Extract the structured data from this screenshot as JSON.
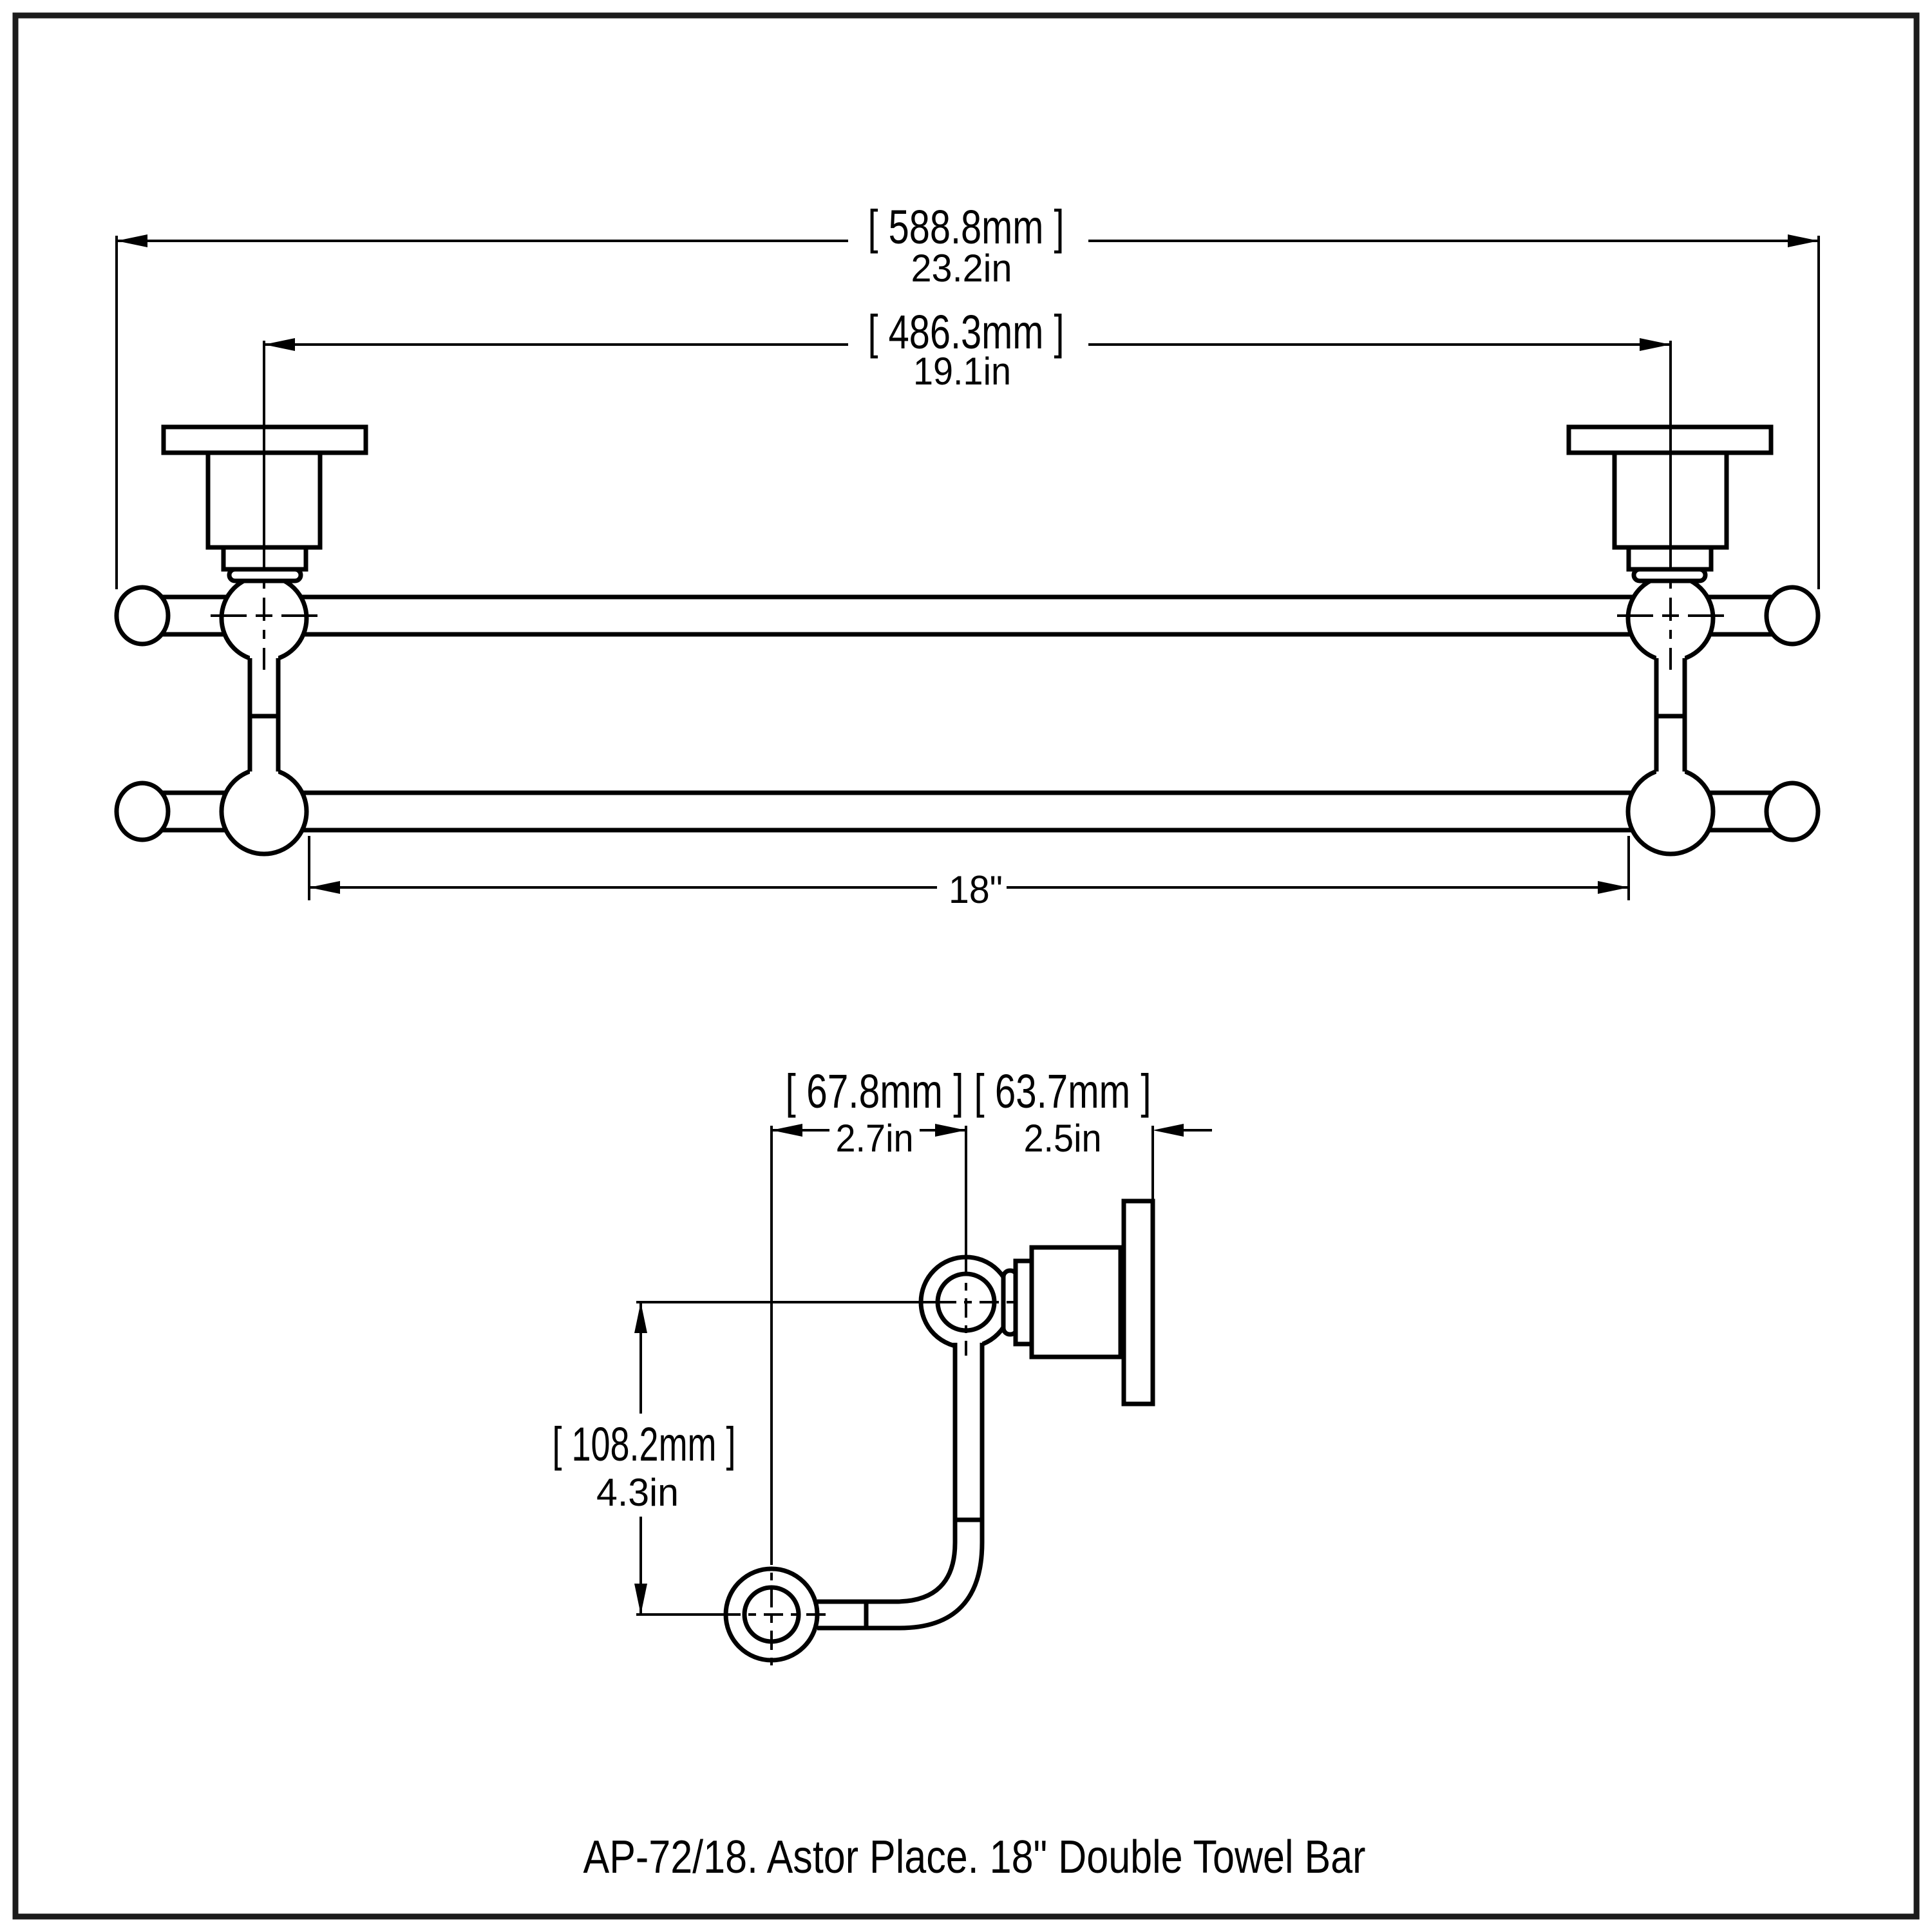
{
  "title": "AP-72/18. Astor Place. 18\" Double Towel Bar",
  "front_view": {
    "dim_overall_width": {
      "mm": "[ 588.8mm ]",
      "in": "23.2in"
    },
    "dim_post_centers": {
      "mm": "[ 486.3mm ]",
      "in": "19.1in"
    },
    "dim_bar_length": {
      "in": "18\""
    }
  },
  "side_view": {
    "dim_bar_offset": {
      "mm": "[ 67.8mm ]",
      "in": "2.7in"
    },
    "dim_wall_to_bar": {
      "mm": "[ 63.7mm ]",
      "in": "2.5in"
    },
    "dim_vertical_drop": {
      "mm": "[ 108.2mm ]",
      "in": "4.3in"
    }
  },
  "colors": {
    "line": "#000000",
    "background": "#ffffff",
    "border": "#1c1c1c"
  }
}
